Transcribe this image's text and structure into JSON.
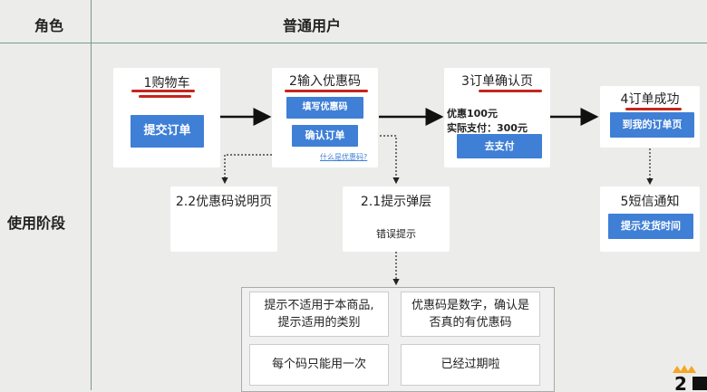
{
  "header": {
    "role_label": "角色",
    "user_label": "普通用户"
  },
  "row": {
    "stage_label": "使用阶段"
  },
  "cards": {
    "cart": {
      "title": "1购物车",
      "button": "提交订单"
    },
    "coupon": {
      "title": "2输入优惠码",
      "fill_button": "填写优惠码",
      "confirm_button": "确认订单",
      "help_link": "什么是优惠码?"
    },
    "confirm": {
      "title": "3订单确认页",
      "discount": "优惠100元",
      "paid": "实际支付：300元",
      "pay_button": "去支付"
    },
    "success": {
      "title": "4订单成功",
      "button": "到我的订单页"
    },
    "explain": {
      "title": "2.2优惠码说明页"
    },
    "popup": {
      "title": "2.1提示弹层",
      "body": "错误提示"
    },
    "sms": {
      "title": "5短信通知",
      "button": "提示发货时间"
    }
  },
  "errors": [
    {
      "text": "提示不适用于本商品,\n提示适用的类别"
    },
    {
      "text": "优惠码是数字，确认是\n否真的有优惠码"
    },
    {
      "text": "每个码只能用一次"
    },
    {
      "text": "已经过期啦"
    }
  ],
  "colors": {
    "accent": "#3f7fd6",
    "highlight": "#c4261d",
    "background": "#ecedea"
  }
}
